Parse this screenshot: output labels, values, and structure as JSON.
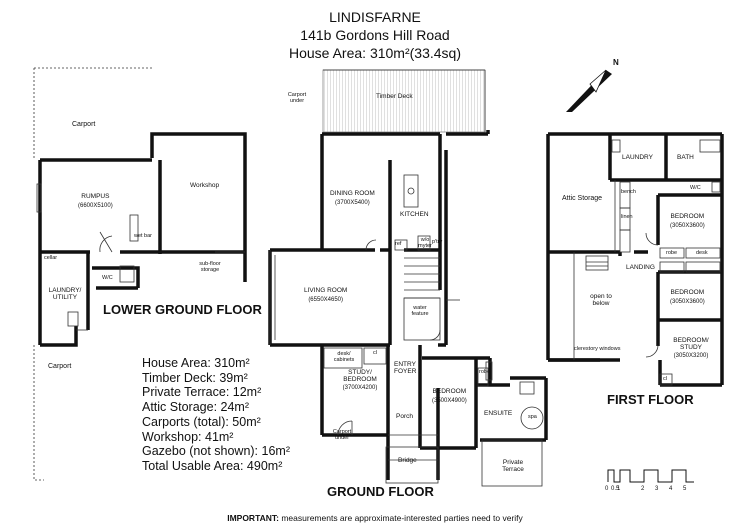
{
  "header": {
    "title": "LINDISFARNE",
    "address": "141b Gordons Hill Road",
    "house_area": "House Area: 310m²(33.4sq)"
  },
  "floors": {
    "lower": "LOWER GROUND FLOOR",
    "ground": "GROUND FLOOR",
    "first": "FIRST FLOOR"
  },
  "lower_ground": {
    "carport_top": "Carport",
    "rumpus": "RUMPUS",
    "rumpus_dim": "(6600X5100)",
    "workshop": "Workshop",
    "wet_bar": "wet bar",
    "cellar": "cellar",
    "wc": "W/C",
    "laundry": "LAUNDRY/ UTILITY",
    "subfloor": "sub-floor storage",
    "carport_bottom": "Carport"
  },
  "ground": {
    "carport_under_top": "Carport under",
    "timber_deck": "Timber Deck",
    "dining": "DINING ROOM",
    "dining_dim": "(3700X5400)",
    "kitchen": "KITCHEN",
    "ref": "ref",
    "wo_myter": "w/o myter",
    "ptry": "p'try",
    "living": "LIVING ROOM",
    "living_dim": "(6550X4650)",
    "water_feature": "water feature",
    "desk_cabinets": "desk/ cabinets",
    "cl": "cl",
    "study": "STUDY/ BEDROOM",
    "study_dim": "(3700X4200)",
    "entry": "ENTRY FOYER",
    "bedroom": "BEDROOM",
    "bedroom_dim": "(3500X4900)",
    "robe": "robe",
    "ensuite": "ENSUITE",
    "spa": "spa",
    "porch": "Porch",
    "carport_under_bottom": "Carport under",
    "bridge": "Bridge",
    "private_terrace": "Private Terrace"
  },
  "first": {
    "attic": "Attic Storage",
    "laundry": "LAUNDRY",
    "bath": "BATH",
    "bench": "bench",
    "linen": "linen",
    "wc": "W/C",
    "bedroom1": "BEDROOM",
    "bedroom1_dim": "(3050X3600)",
    "robe": "robe",
    "desk": "desk",
    "landing": "LANDING",
    "open_below": "open to below",
    "bedroom2": "BEDROOM",
    "bedroom2_dim": "(3050X3600)",
    "clerestory": "clerestory windows",
    "bedroom3": "BEDROOM/ STUDY",
    "bedroom3_dim": "(3050X3200)",
    "cl": "cl"
  },
  "areas": [
    "House Area: 310m²",
    "Timber Deck: 39m²",
    "Private Terrace: 12m²",
    "Attic Storage: 24m²",
    "Carports (total): 50m²",
    "Workshop: 41m²",
    "Gazebo (not shown): 16m²",
    "Total Usable Area: 490m²"
  ],
  "compass": {
    "label": "N"
  },
  "scale": {
    "ticks": [
      "0",
      "0.5",
      "1",
      "2",
      "3",
      "4",
      "5"
    ]
  },
  "footer": {
    "important": "IMPORTANT:",
    "note": " measurements are approximate-interested parties need to verify"
  }
}
